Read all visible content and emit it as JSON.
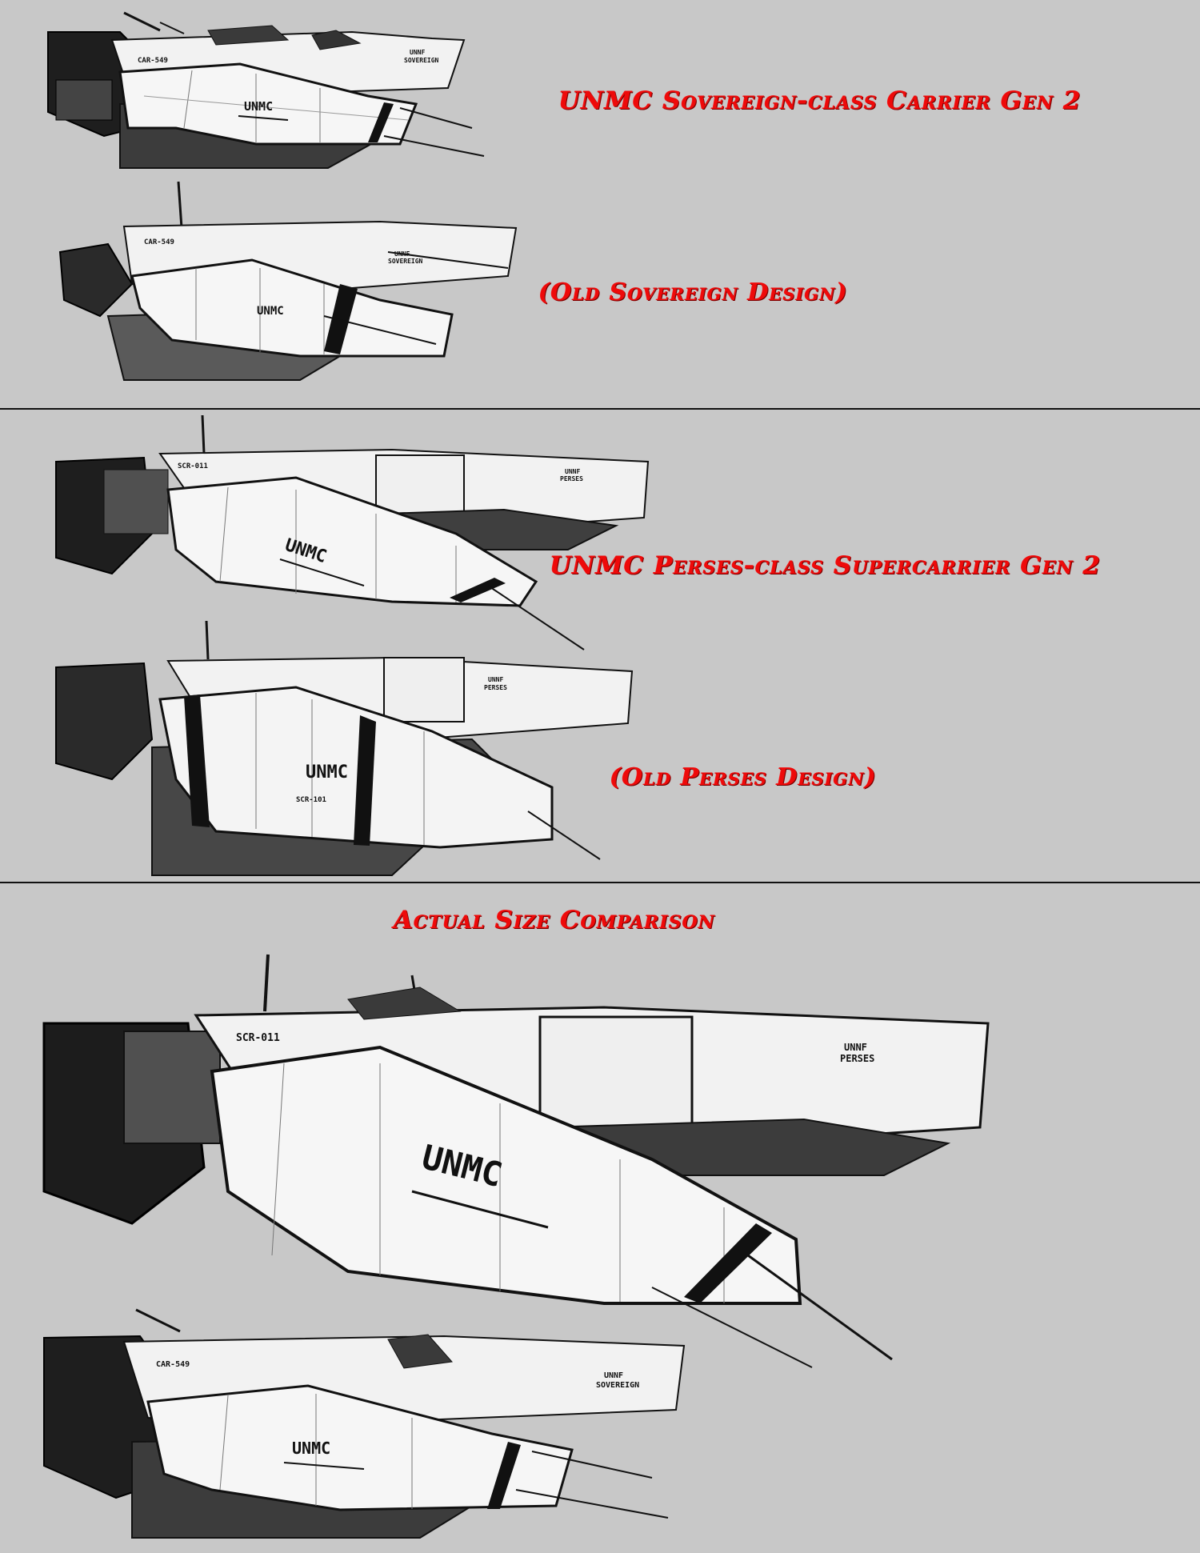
{
  "headings": {
    "sovereign_gen2": "UNMC Sovereign-class Carrier Gen 2",
    "old_sovereign": "(Old Sovereign Design)",
    "perses_gen2": "UNMC Perses-class Supercarrier Gen 2",
    "old_perses": "(Old Perses Design)",
    "size_comparison": "Actual Size Comparison"
  },
  "markings": {
    "unmc": "UNMC",
    "sovereign_hull": "CAR-549",
    "sovereign_name_line1": "UNNF",
    "sovereign_name_line2": "SOVEREIGN",
    "perses_hull": "SCR-011",
    "perses_hull_old": "SCR-101",
    "perses_name_line1": "UNNF",
    "perses_name_line2": "PERSES"
  },
  "colors": {
    "background": "#c8c8c8",
    "heading_red": "#ee0a0a",
    "hull_white": "#f4f4f4",
    "hull_dark": "#2b2b2b",
    "hull_mid": "#6b6b6b"
  }
}
